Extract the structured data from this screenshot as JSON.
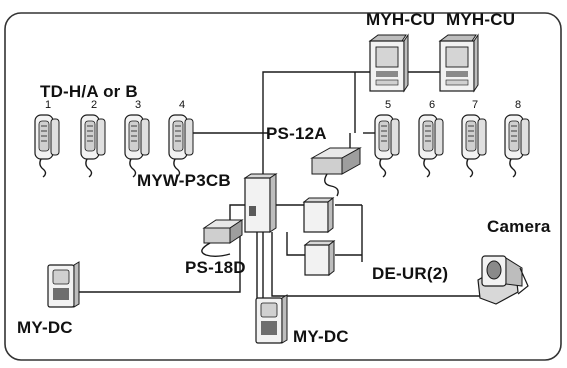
{
  "labels": {
    "monitor_1": "MYH-CU",
    "monitor_2": "MYH-CU",
    "handsets": "TD-H/A or B",
    "ps12a": "PS-12A",
    "myw": "MYW-P3CB",
    "ps18d": "PS-18D",
    "camera": "Camera",
    "deur": "DE-UR(2)",
    "mydc_left": "MY-DC",
    "mydc_bottom": "MY-DC"
  },
  "handset_numbers": [
    "1",
    "2",
    "3",
    "4",
    "5",
    "6",
    "7",
    "8"
  ],
  "colors": {
    "line": "#1a1a1a",
    "device_fill": "#f2f2f2",
    "device_shade": "#bdbdbd",
    "frame": "#333333"
  }
}
